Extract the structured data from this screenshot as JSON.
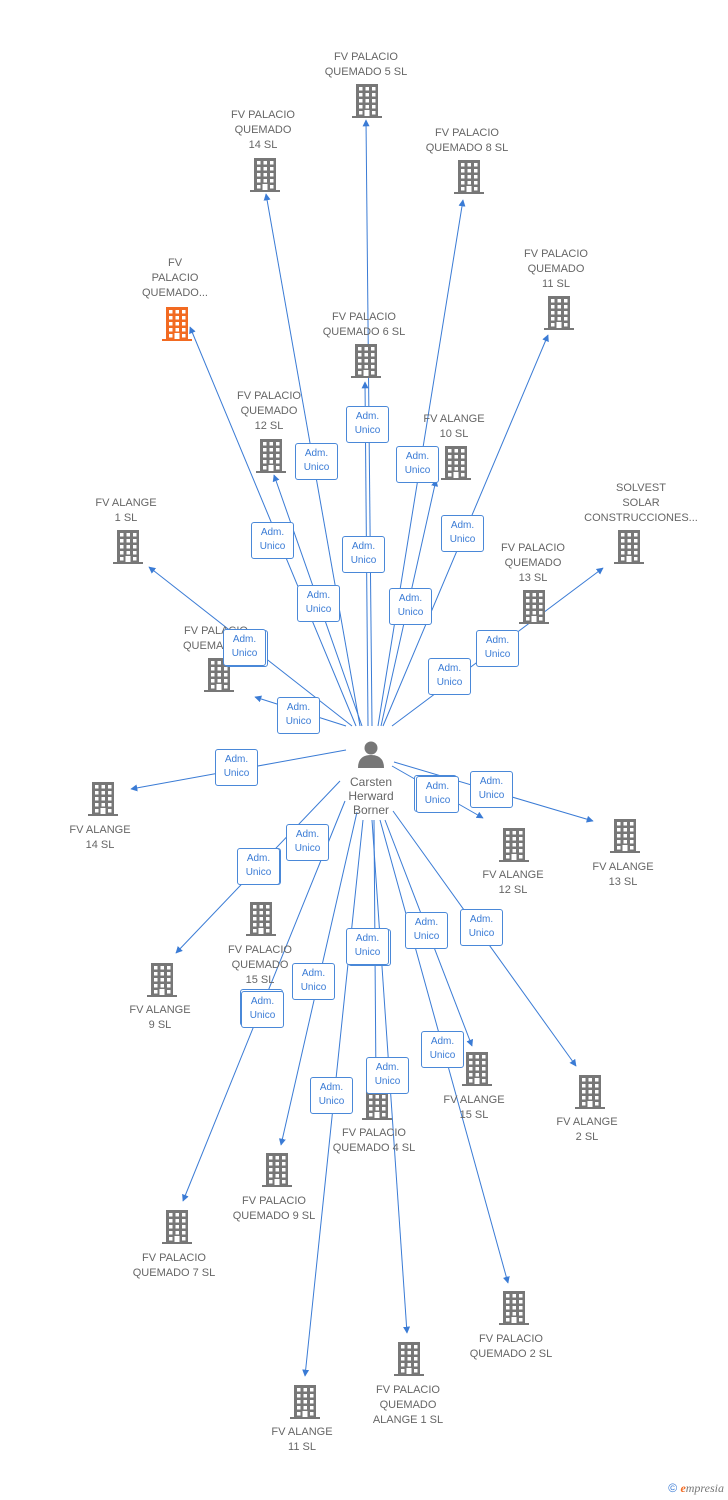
{
  "colors": {
    "edge": "#3a7bd5",
    "building": "#777777",
    "highlight": "#f26a21",
    "person": "#777777"
  },
  "icons": {
    "company": "building-icon",
    "person": "person-icon"
  },
  "center": {
    "name": "Carsten\nHerward\nBorner",
    "icon": "person-icon"
  },
  "nodes": [
    {
      "id": "fvpq5",
      "label": "FV PALACIO\nQUEMADO 5 SL"
    },
    {
      "id": "fvpq14",
      "label": "FV PALACIO\nQUEMADO\n14 SL"
    },
    {
      "id": "fvpq8",
      "label": "FV PALACIO\nQUEMADO 8 SL"
    },
    {
      "id": "fvpqx",
      "label": "FV\nPALACIO\nQUEMADO...",
      "highlight": true
    },
    {
      "id": "fvpq11",
      "label": "FV PALACIO\nQUEMADO\n11 SL"
    },
    {
      "id": "fvpq6",
      "label": "FV PALACIO\nQUEMADO 6 SL"
    },
    {
      "id": "fvpq12",
      "label": "FV PALACIO\nQUEMADO\n12 SL"
    },
    {
      "id": "fva10",
      "label": "FV ALANGE\n10 SL"
    },
    {
      "id": "solvest",
      "label": "SOLVEST\nSOLAR\nCONSTRUCCIONES..."
    },
    {
      "id": "fva1",
      "label": "FV ALANGE\n1 SL"
    },
    {
      "id": "fvpq13",
      "label": "FV PALACIO\nQUEMADO\n13 SL"
    },
    {
      "id": "fvpqc",
      "label": "FV PALACIO\nQUEMADO..."
    },
    {
      "id": "fva14",
      "label": "FV ALANGE\n14 SL"
    },
    {
      "id": "fva12",
      "label": "FV ALANGE\n12 SL"
    },
    {
      "id": "fva13",
      "label": "FV ALANGE\n13 SL"
    },
    {
      "id": "fvpq15",
      "label": "FV PALACIO\nQUEMADO\n15 SL"
    },
    {
      "id": "fva9",
      "label": "FV ALANGE\n9 SL"
    },
    {
      "id": "fva15",
      "label": "FV ALANGE\n15 SL"
    },
    {
      "id": "fva2",
      "label": "FV ALANGE\n2 SL"
    },
    {
      "id": "fvpq4",
      "label": "FV PALACIO\nQUEMADO 4 SL"
    },
    {
      "id": "fvpq9",
      "label": "FV PALACIO\nQUEMADO 9 SL"
    },
    {
      "id": "fvpq7",
      "label": "FV PALACIO\nQUEMADO 7 SL"
    },
    {
      "id": "fvpq2",
      "label": "FV PALACIO\nQUEMADO 2 SL"
    },
    {
      "id": "fvpqa1",
      "label": "FV PALACIO\nQUEMADO\nALANGE 1 SL"
    },
    {
      "id": "fva11",
      "label": "FV ALANGE\n11 SL"
    }
  ],
  "edges": [
    {
      "to": "fvpq5",
      "label": "Adm.\nUnico"
    },
    {
      "to": "fvpq14",
      "label": "Adm.\nUnico"
    },
    {
      "to": "fvpq8",
      "label": "Adm.\nUnico"
    },
    {
      "to": "fvpqx",
      "label": "Adm.\nUnico"
    },
    {
      "to": "fvpq11",
      "label": "Adm.\nUnico"
    },
    {
      "to": "fvpq6",
      "label": "Adm.\nUnico"
    },
    {
      "to": "fvpq12",
      "label": "Adm.\nUnico"
    },
    {
      "to": "fva10",
      "label": "Adm.\nUnico"
    },
    {
      "to": "solvest",
      "label": "Adm.\nUnico"
    },
    {
      "to": "fva1",
      "label": "Adm.\nUnico"
    },
    {
      "to": "fvpq13",
      "label": "Adm.\nUnico"
    },
    {
      "to": "fvpqc",
      "label": "Adm.\nUnico"
    },
    {
      "to": "fva14",
      "label": "Adm.\nUnico"
    },
    {
      "to": "fva12",
      "label": "Adm.\nUnico"
    },
    {
      "to": "fva13",
      "label": "Adm.\nUnico"
    },
    {
      "to": "fvpq15",
      "label": "Adm.\nUnico"
    },
    {
      "to": "fva9",
      "label": "Adm.\nUnico"
    },
    {
      "to": "fva15",
      "label": "Adm.\nUnico"
    },
    {
      "to": "fva2",
      "label": "Adm.\nUnico"
    },
    {
      "to": "fvpq4",
      "label": "Adm.\nUnico"
    },
    {
      "to": "fvpq9",
      "label": "Adm.\nUnico"
    },
    {
      "to": "fvpq7",
      "label": "Adm.\nUnico"
    },
    {
      "to": "fvpq2",
      "label": "Adm.\nUnico"
    },
    {
      "to": "fvpqa1",
      "label": "Adm.\nUnico"
    },
    {
      "to": "fva11",
      "label": "Adm.\nUnico"
    }
  ],
  "footer": {
    "copyright": "©",
    "brand_initial": "e",
    "brand_rest": "mpresia"
  }
}
